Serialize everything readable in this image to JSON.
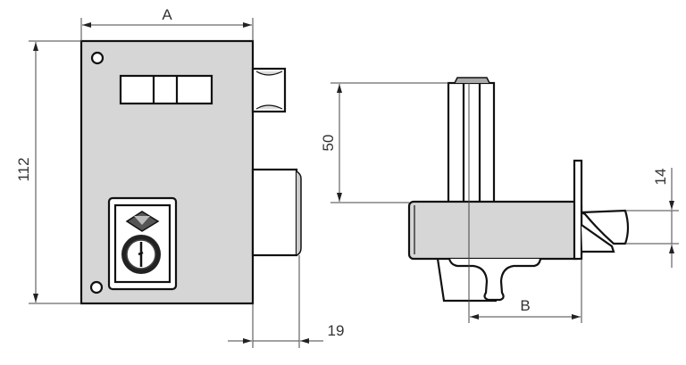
{
  "diagram": {
    "dimensions": {
      "width_label": "A",
      "height_label": "112",
      "bolt_projection_label": "19",
      "stem_height_label": "50",
      "latch_height_label": "14",
      "depth_label": "B"
    },
    "colors": {
      "body_fill": "#d6d6d6",
      "outline": "#111111",
      "dimension_line": "#444444"
    }
  }
}
